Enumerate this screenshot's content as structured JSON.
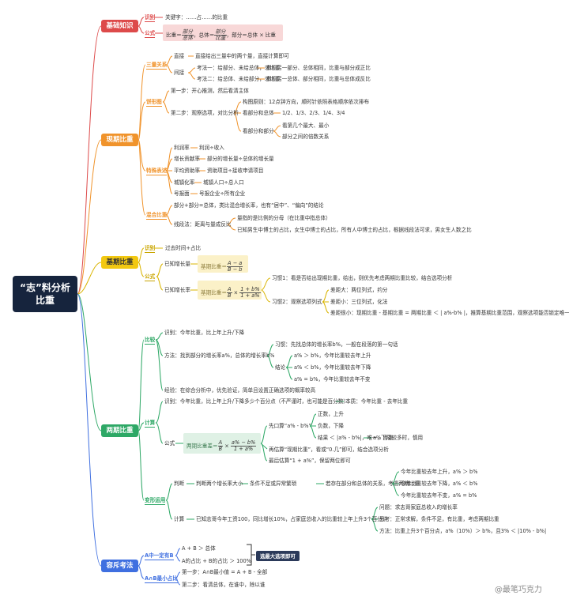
{
  "root": {
    "line1": "“志”料分析",
    "line2": "比重"
  },
  "colors": {
    "basic": "#dd4a4a",
    "current": "#f0932b",
    "base": "#f2c811",
    "two": "#2ea866",
    "tolerance": "#3f6fe0",
    "formula_bg_red": "#f8d8d8",
    "formula_bg_yellow": "#fbf1c8",
    "formula_bg_green": "#dff1e5"
  },
  "sections": {
    "basic": "基础知识",
    "current": "现期比重",
    "base": "基期比重",
    "two": "两期比重",
    "tolerance": "容斥考法"
  },
  "basic": {
    "identify_tag": "识别",
    "identify_text": "关键字：……占……的比重",
    "formula_tag": "公式",
    "f_ratio": "比重＝",
    "f_part": "部分",
    "f_total": "总体",
    "f_total_eq": "，总体＝",
    "f_ratio2": "比重",
    "f_tail": "，部分＝总体 × 比重"
  },
  "current": {
    "three_tag": "三量关系",
    "direct": "直接",
    "direct_desc": "直接给出三量中的两个量，直接计算即可",
    "indirect": "间接",
    "point1": "考法一：给部分、未给总体，求比重",
    "point1_res": "参照另一部分、总体相同，比重与部分成正比",
    "point2": "考法二：给总体、未给部分，求比重",
    "point2_res": "参照另一总体、部分相同，比重与总体成反比",
    "pie_tag": "饼形图",
    "step1": "第一步：开心推测，然后看清主体",
    "step2": "第二步：观察选项，对比分析",
    "build": "构图原则：12点钟方向，顺时针依照表格顺序依次排布",
    "look_whole": "看部分和总体",
    "quarters": "1/2、1/3、2/3、1/4、3/4",
    "look_parts": "看部分和部分",
    "max_min": "看第几个最大、最小",
    "multiples": "部分之间的倍数关系",
    "special_tag": "特殊表述",
    "profit": "利润率",
    "profit_def": "利润÷收入",
    "gc": "增长贡献率",
    "gc_def": "部分的增长量÷总体的增长量",
    "ratio": "平均资助率",
    "ratio_def": "资助项目÷接收申请项目",
    "urban": "城镇化率",
    "urban_def": "城镇人口÷总人口",
    "leader": "号报面",
    "leader_def": "号报企业÷所有企业",
    "mix_tag": "混合比重",
    "mix1": "部分+部分=总体，类比混合增长率，也有“居中”、“偏向”的结论",
    "line": "线段法：距离与量成反比",
    "line_a": "量指的是比例的分母（在比重中指总体）",
    "line_b": "已知男生中博士的占比，女生中博士的占比，所有人中博士的占比，根据线段法可求，男女生人数之比"
  },
  "base": {
    "identify_tag": "识别",
    "identify_text": "过去时间+占比",
    "formula_tag": "公式",
    "known_amount": "已知增长量",
    "f1_label": "基期比重＝",
    "f1_num": "A − a",
    "f1_den": "B − b",
    "known_rate": "已知增长率",
    "f2_label": "基期比重＝",
    "f2_a": "A",
    "f2_b": "B",
    "f2_times": "×",
    "f2_num": "1 + b%",
    "f2_den": "1 + a%",
    "habit1": "习惯1：看是否给出现期比重，给出，则优先考虑两期比重比较，结合选项分析",
    "habit2": "习惯2：观察选项列式",
    "gap_big": "差距大：两位列式，约分",
    "gap_small": "差距小：三位列式，化法",
    "gap_tiny": "差距很小：现期比重 - 基期比重 = 两期比重 ＜ | a%-b% |，推算基期比重范围，观察选项能否锁定唯一项"
  },
  "two": {
    "compare_tag": "比较",
    "c_identify": "识别：今年比重，比上年上升/下降",
    "c_method": "方法：找到部分的增长率a%，总体的增长率b%",
    "c_habit": "习惯：先找总体的增长率b%，一般在段落的第一句话",
    "c_conclusion": "结论",
    "c1": "a% ＞ b%，今年比重较去年上升",
    "c2": "a% ＜ b%，今年比重较去年下降",
    "c3": "a% = b%，今年比重较去年不变",
    "c_exp": "经验：在综合分析中，优先验证，简单且设置正确选项的概率较高",
    "calc_tag": "计算",
    "k_identify": "识别：今年比重，比上年上升/下降多少个百分点（不严谨时，也可能是百分数）",
    "k_essence": "本质：今年比重 - 去年比重",
    "k_formula": "公式",
    "f_label": "两期比重差＝",
    "f_a": "A",
    "f_b": "B",
    "f_times": "×",
    "f_num": "a% − b%",
    "f_den": "1 + a%",
    "first": "先口算“a% - b%”",
    "pos": "正数，上升",
    "neg": "负数，下降",
    "result": "结果 ＜ |a% - b%|，唯一，当选",
    "result2": "a%下降较多时，慎用",
    "estimate": "再估算“现期比重”，看或“0.几”即可，结合选项分析",
    "last": "最后估算“1 + a%”，保留两位即可",
    "var_tag": "变形运用",
    "judge": "判断",
    "judge_a": "判断两个增长率大小",
    "judge_b": "条件不足或异常繁琐",
    "judge_c": "若存在部分和总体的关系，考虑两期比重",
    "j1": "今年比重较去年上升，a% ＞ b%",
    "j2": "今年比重较去年下降，a% ＜ b%",
    "j3": "今年比重较去年不变，a% = b%",
    "calc": "计算",
    "calc_a": "已知志哥今年工资100，同比增长10%，占家庭总收入的比重较上年上升3个百分点",
    "q": "问题：求志哥家庭总收入的增长率",
    "think": "思考：正常求解，条件不足，有比重，考虑两期比重",
    "method": "方法：比重上升3个百分点，a%（10%）＞ b%，且3% ＜ |10% - b%|"
  },
  "tolerance": {
    "tag1": "A中一定有B",
    "r1": "A + B ＞ 总体",
    "r2": "A的占比 + B的占比 ＞ 100%",
    "tip": "选最大选项即可",
    "tag2": "A∩B最小占比",
    "s1": "第一步：A∩B最小值 = A + B - 全部",
    "s2": "第二步：看清总体，在谁中，除以谁"
  },
  "watermark": "@最笔巧克力"
}
